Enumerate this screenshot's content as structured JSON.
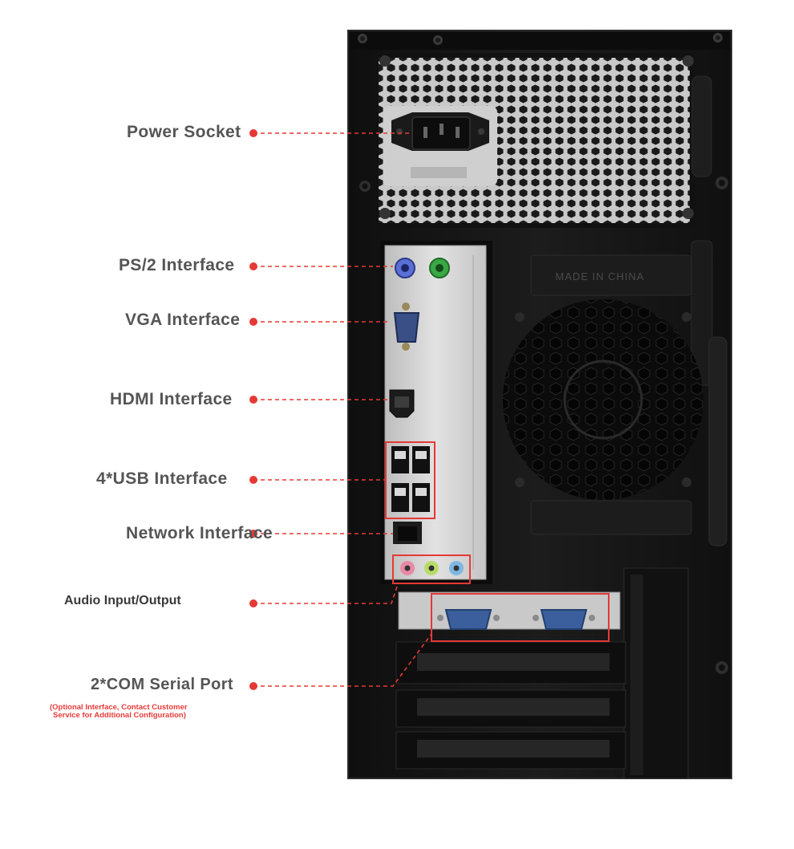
{
  "labels": {
    "power": "Power Socket",
    "ps2": "PS/2 Interface",
    "vga": "VGA Interface",
    "hdmi": "HDMI Interface",
    "usb": "4*USB Interface",
    "network": "Network Interface",
    "audio": "Audio Input/Output",
    "com": "2*COM Serial Port"
  },
  "note_line1": "(Optional Interface, Contact Customer",
  "note_line2": "Service for Additional Configuration)",
  "embossed_text": "MADE IN CHINA",
  "colors": {
    "leader": "#e53935",
    "label_text": "#555555",
    "note_text": "#e83a3a",
    "case_body": "#161616",
    "psu_plate": "#c9c9c9",
    "io_shield": "#d7d7d7",
    "ps2_mouse": "#39a845",
    "ps2_keyboard": "#5a6fd6",
    "audio_pink": "#e88aa6",
    "audio_green": "#b8dc6a",
    "audio_blue": "#7fb6e3",
    "com_port": "#3b5f9c"
  }
}
